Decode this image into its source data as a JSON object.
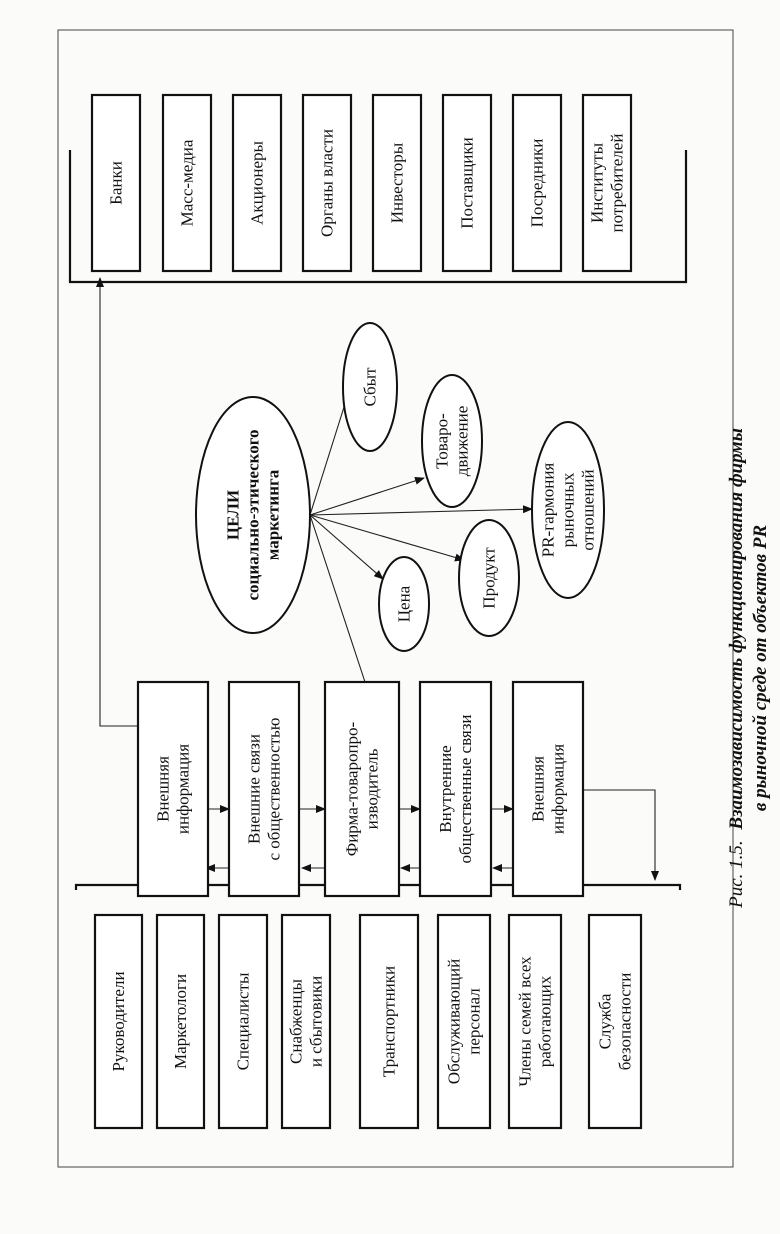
{
  "figure": {
    "caption_prefix": "Рис. 1.5.",
    "caption_line1": "Взаимозависимость функционирования фирмы",
    "caption_line2": "в рыночной среде от объектов PR"
  },
  "external_objects": [
    [
      "Банки"
    ],
    [
      "Масс-медиа"
    ],
    [
      "Акционеры"
    ],
    [
      "Органы власти"
    ],
    [
      "Инвесторы"
    ],
    [
      "Поставщики"
    ],
    [
      "Посредники"
    ],
    [
      "Институты",
      "потребителей"
    ]
  ],
  "internal_objects": [
    [
      "Руководители"
    ],
    [
      "Маркетологи"
    ],
    [
      "Специалисты"
    ],
    [
      "Снабженцы",
      "и сбытовики"
    ],
    [
      "Транспортники"
    ],
    [
      "Обслуживающий",
      "персонал"
    ],
    [
      "Члены семей всех",
      "работающих"
    ],
    [
      "Служба",
      "безопасности"
    ]
  ],
  "chain": [
    [
      "Внешняя",
      "информация"
    ],
    [
      "Внешние связи",
      "с общественностью"
    ],
    [
      "Фирма-товаропро-",
      "изводитель"
    ],
    [
      "Внутренние",
      "общественные связи"
    ],
    [
      "Внешняя",
      "информация"
    ]
  ],
  "goals": {
    "center": [
      "ЦЕЛИ",
      "социально-этического",
      "маркетинга"
    ],
    "items": [
      [
        "Сбыт"
      ],
      [
        "Товаро-",
        "движение"
      ],
      [
        "PR-гармония",
        "рыночных",
        "отношений"
      ],
      [
        "Продукт"
      ],
      [
        "Цена"
      ]
    ]
  }
}
